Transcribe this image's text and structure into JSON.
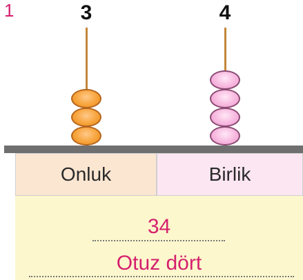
{
  "item_number": "1",
  "abacus": {
    "rods": [
      {
        "key": "tens",
        "digit": "3",
        "beads": 3,
        "color": "#f7a43c"
      },
      {
        "key": "ones",
        "digit": "4",
        "beads": 4,
        "color": "#f7b8df"
      }
    ],
    "place_labels": {
      "tens": "Onluk",
      "ones": "Birlik"
    }
  },
  "answer": {
    "numeral": "34",
    "words": "Otuz dört"
  }
}
